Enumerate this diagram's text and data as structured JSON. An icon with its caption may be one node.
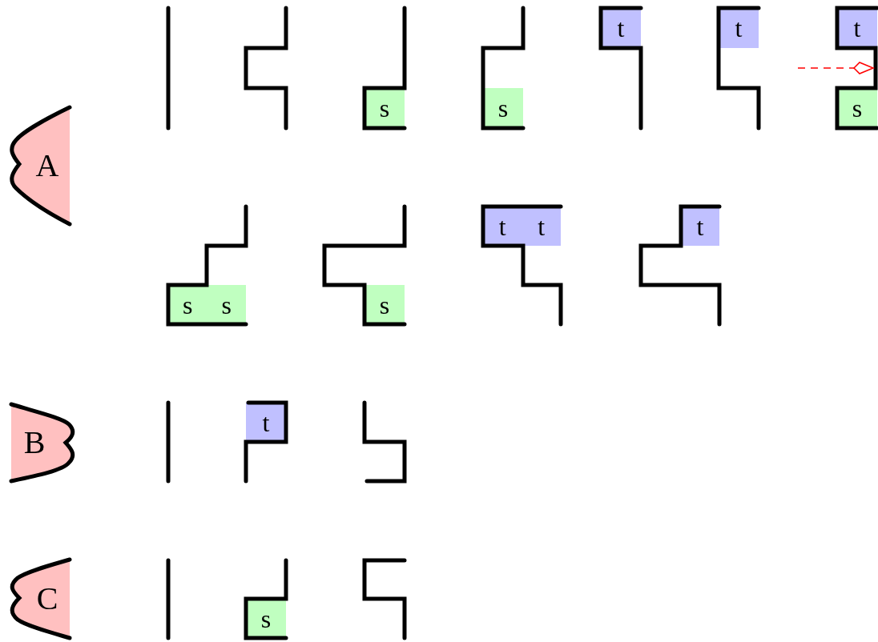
{
  "diagram": {
    "nodes": [
      {
        "text": [
          "A"
        ]
      },
      {
        "text": [
          "s"
        ]
      },
      {
        "text": [
          "s"
        ]
      },
      {
        "text": [
          "t"
        ]
      },
      {
        "text": [
          "t"
        ]
      },
      {
        "text": [
          "t"
        ]
      },
      {
        "text": [
          "s"
        ]
      },
      {
        "text": [
          "s",
          "s"
        ]
      },
      {
        "text": [
          "s"
        ]
      },
      {
        "text": [
          "t",
          "t"
        ]
      },
      {
        "text": [
          "t"
        ]
      },
      {
        "text": [
          "B"
        ]
      },
      {
        "text": [
          "t"
        ]
      },
      {
        "text": [
          "C"
        ]
      },
      {
        "text": [
          "s"
        ]
      }
    ]
  }
}
